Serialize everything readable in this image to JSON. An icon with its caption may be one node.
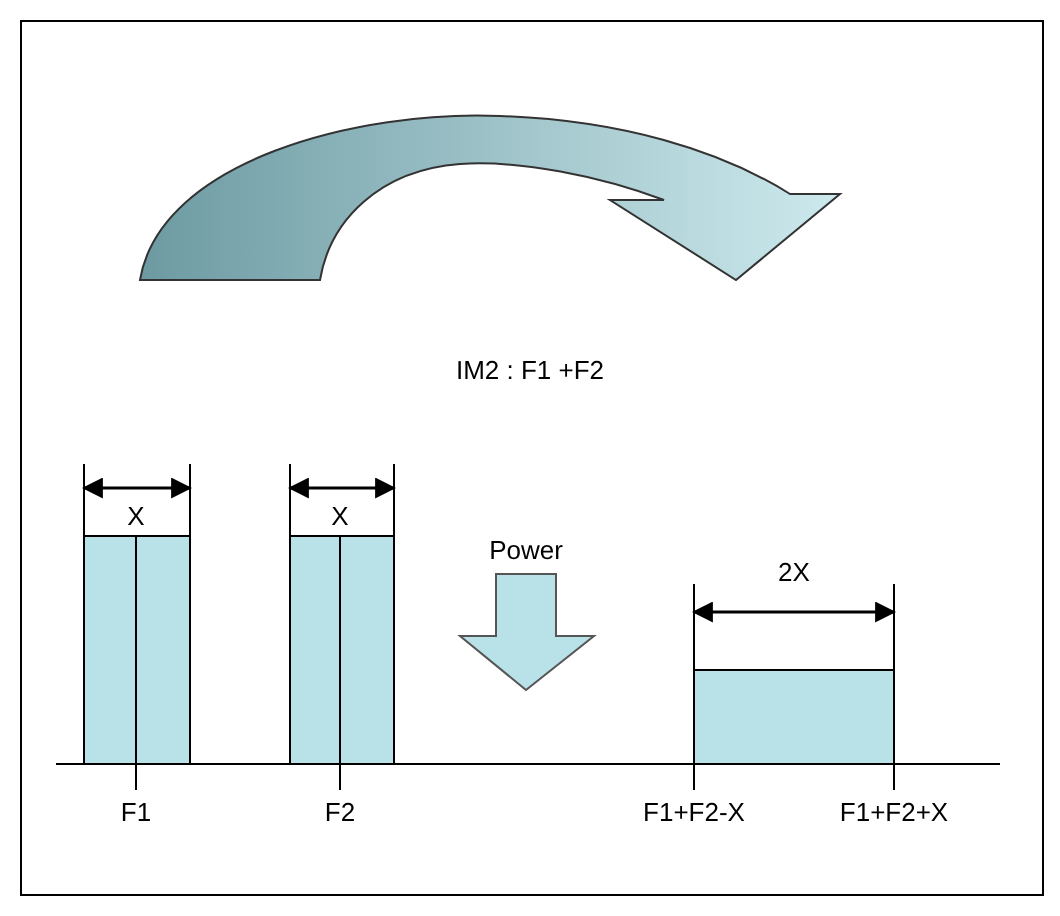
{
  "diagram": {
    "labels": [
      "IM2 : F1 +F2",
      "X",
      "X",
      "Power",
      "2X",
      "F1",
      "F2",
      "F1+F2-X",
      "F1+F2+X"
    ]
  }
}
